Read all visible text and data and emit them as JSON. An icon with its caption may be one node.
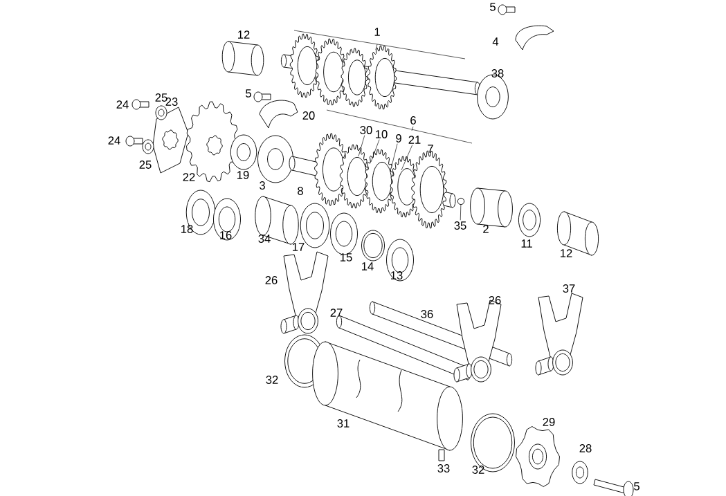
{
  "diagram": {
    "nodes": [
      {
        "text": [
          "30"
        ]
      },
      {
        "text": [
          "10"
        ]
      },
      {
        "text": [
          "9"
        ]
      },
      {
        "text": [
          "21"
        ]
      },
      {
        "text": [
          "35"
        ]
      },
      {
        "text": [],
        "shape": "circle"
      }
    ],
    "edges": [
      {
        "from": 0,
        "to": null,
        "arrow": "none"
      },
      {
        "from": 1,
        "to": null,
        "arrow": "none"
      },
      {
        "from": 2,
        "to": null,
        "arrow": "none"
      },
      {
        "from": 3,
        "to": null,
        "arrow": "none"
      },
      {
        "from": 4,
        "to": 5,
        "arrow": "none"
      }
    ],
    "labels": [
      "5",
      "12",
      "1",
      "4",
      "38",
      "5",
      "24",
      "25",
      "23",
      "20",
      "6",
      "7",
      "24",
      "25",
      "22",
      "19",
      "3",
      "8",
      "18",
      "16",
      "34",
      "17",
      "15",
      "14",
      "13",
      "2",
      "11",
      "12",
      "26",
      "37",
      "27",
      "36",
      "26",
      "32",
      "31",
      "29",
      "28",
      "33",
      "32",
      "5"
    ]
  }
}
